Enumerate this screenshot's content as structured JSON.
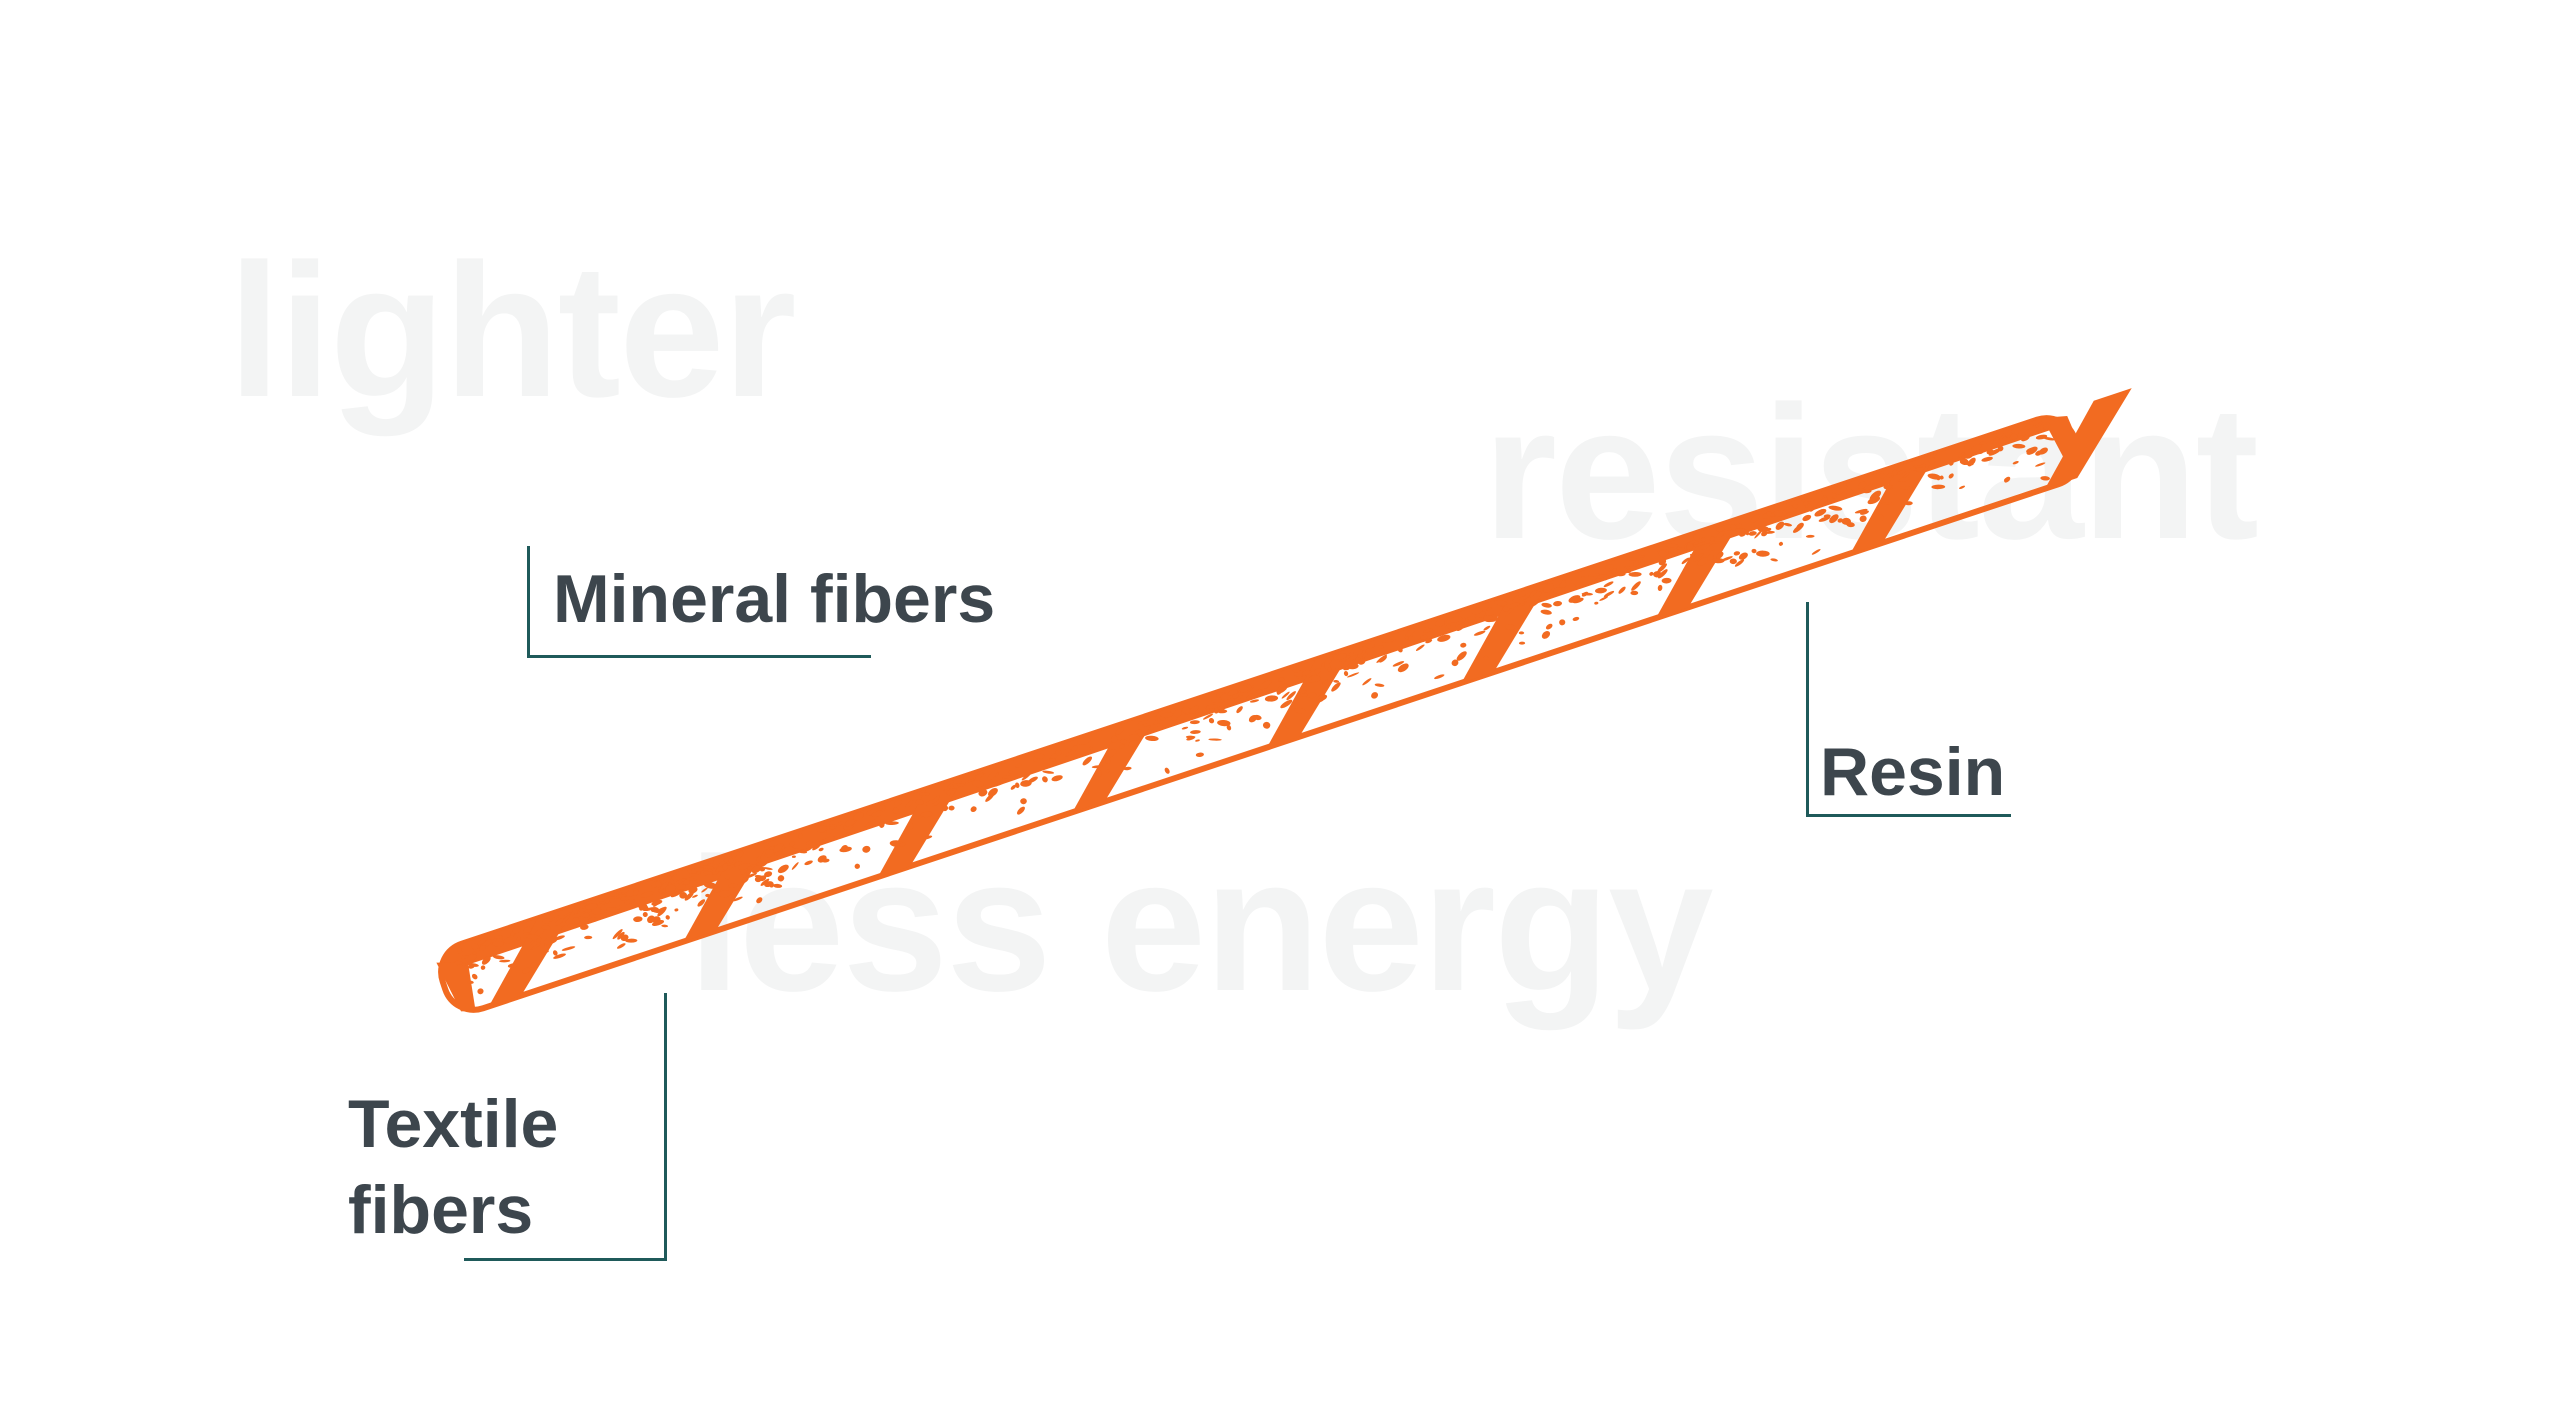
{
  "background_words": [
    "lighter",
    "resistant",
    "less energy"
  ],
  "labels": {
    "mineral_fibers": "Mineral fibers",
    "resin": "Resin",
    "textile_fibers_line1": "Textile",
    "textile_fibers_line2": "fibers"
  },
  "colors": {
    "rod": "#f26b21",
    "label_text": "#3d464d",
    "leader_line": "#1f5a5a",
    "background_words": "#f3f4f4"
  }
}
